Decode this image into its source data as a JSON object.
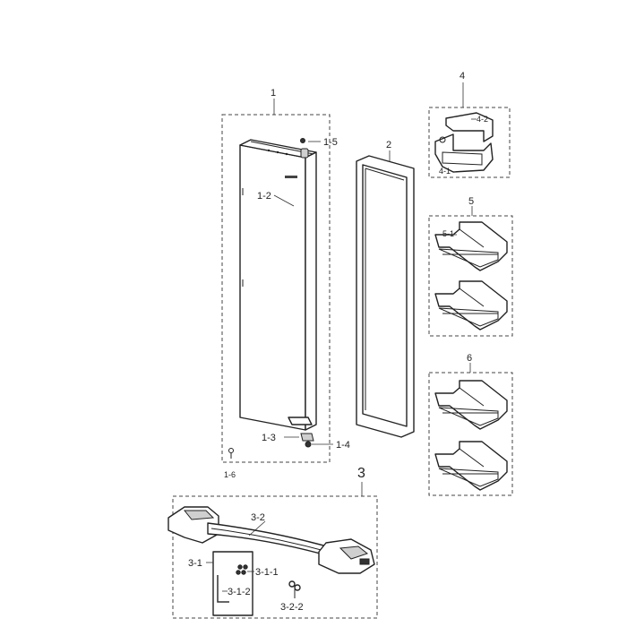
{
  "labels": {
    "p1": "1",
    "p1_2": "1-2",
    "p1_3": "1-3",
    "p1_4": "1-4",
    "p1_5": "1-5",
    "p1_6": "1-6",
    "p2": "2",
    "p3": "3",
    "p3_1": "3-1",
    "p3_1_1": "3-1-1",
    "p3_1_2": "3-1-2",
    "p3_2": "3-2",
    "p3_2_2": "3-2-2",
    "p4": "4",
    "p4_1": "4-1",
    "p4_2": "4-2",
    "p5": "5",
    "p5_1": "5-1",
    "p6": "6"
  }
}
